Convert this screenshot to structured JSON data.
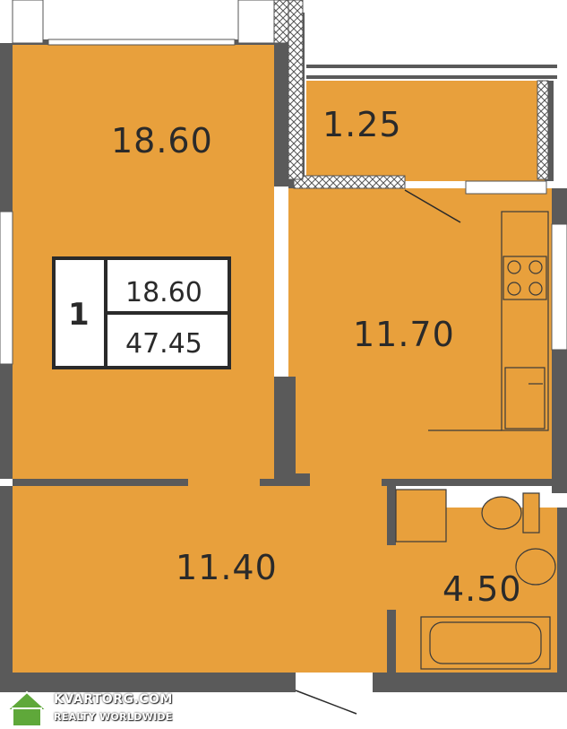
{
  "rooms": {
    "room_a": "18.60",
    "loggia": "1.25",
    "kitchen": "11.70",
    "hall": "11.40",
    "bathroom": "4.50"
  },
  "badge": {
    "rooms_count": "1",
    "living_area": "18.60",
    "total_area": "47.45"
  },
  "watermark": {
    "name": "KVARTORG.COM",
    "tagline": "REALTY WORLDWIDE"
  },
  "colors": {
    "floor": "#E8A03C",
    "wall": "#5a5a5a",
    "window": "#ffffff"
  }
}
